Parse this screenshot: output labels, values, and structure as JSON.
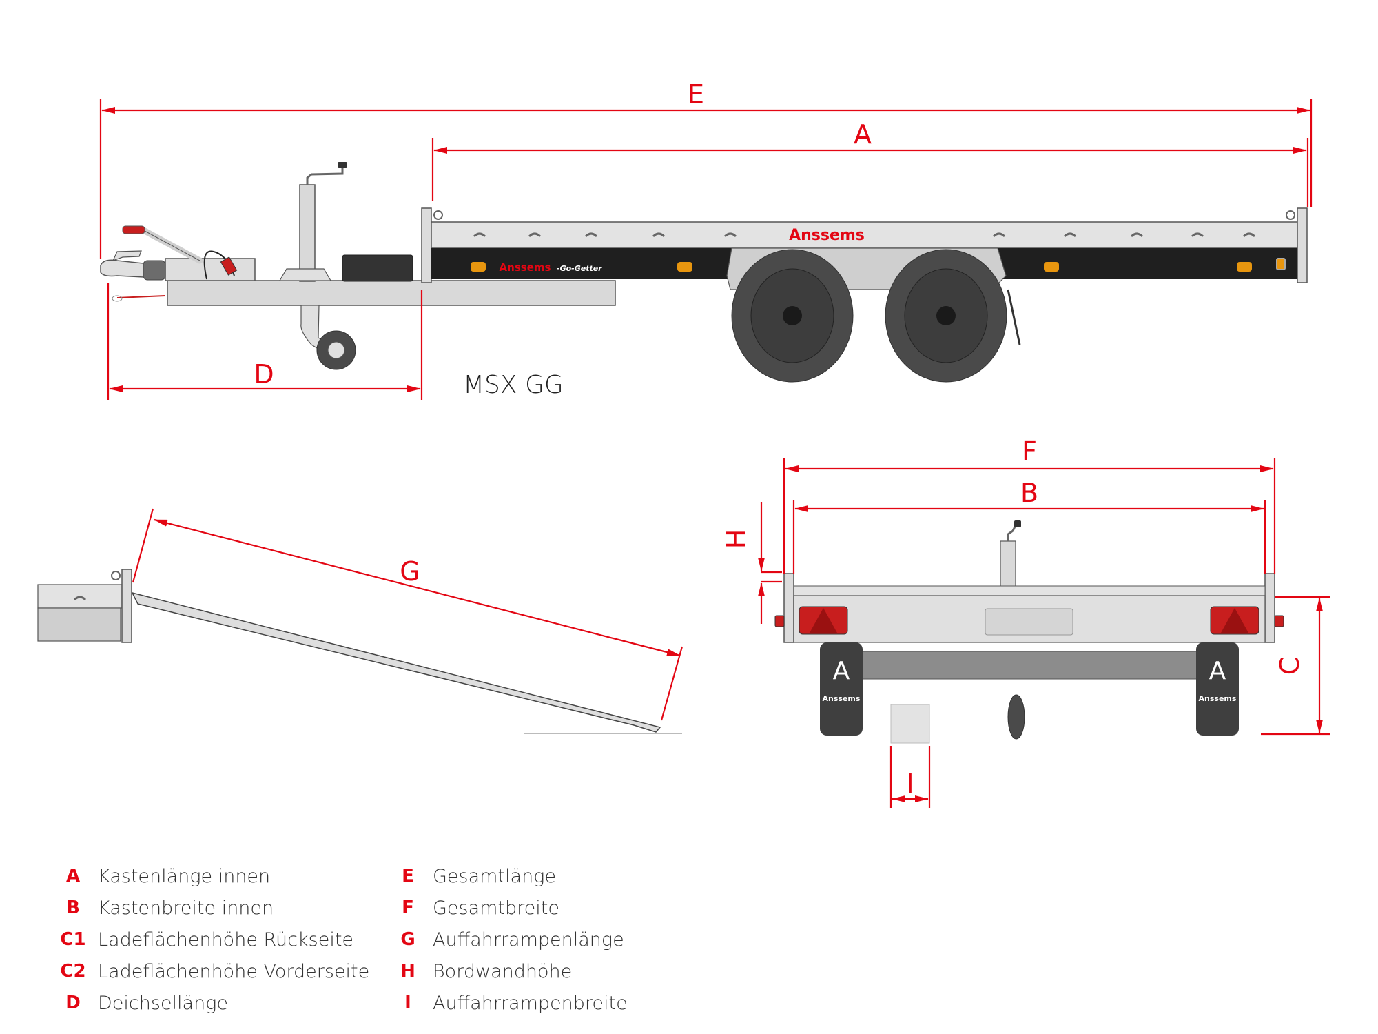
{
  "model_name": "MSX GG",
  "brand": {
    "logo_text": "Anssems",
    "series_text": "-Go-Getter",
    "mudflap_letter": "A"
  },
  "colors": {
    "dimension": "#e30613",
    "body": "#e3e3e3",
    "panel": "#1f1f1f",
    "tire": "#4a4a4a",
    "marker_light": "#e8960f"
  },
  "dimension_labels": {
    "A": "A",
    "B": "B",
    "C": "C",
    "D": "D",
    "E": "E",
    "F": "F",
    "G": "G",
    "H": "H",
    "I": "I"
  },
  "legend": {
    "left": [
      {
        "key": "A",
        "label": "Kastenlänge innen"
      },
      {
        "key": "B",
        "label": "Kastenbreite innen"
      },
      {
        "key": "C1",
        "label": "Ladeflächenhöhe Rückseite"
      },
      {
        "key": "C2",
        "label": "Ladeflächenhöhe Vorderseite"
      },
      {
        "key": "D",
        "label": "Deichsellänge"
      }
    ],
    "right": [
      {
        "key": "E",
        "label": "Gesamtlänge"
      },
      {
        "key": "F",
        "label": "Gesamtbreite"
      },
      {
        "key": "G",
        "label": "Auffahrrampenlänge"
      },
      {
        "key": "H",
        "label": "Bordwandhöhe"
      },
      {
        "key": "I",
        "label": "Auffahrrampenbreite"
      }
    ]
  }
}
